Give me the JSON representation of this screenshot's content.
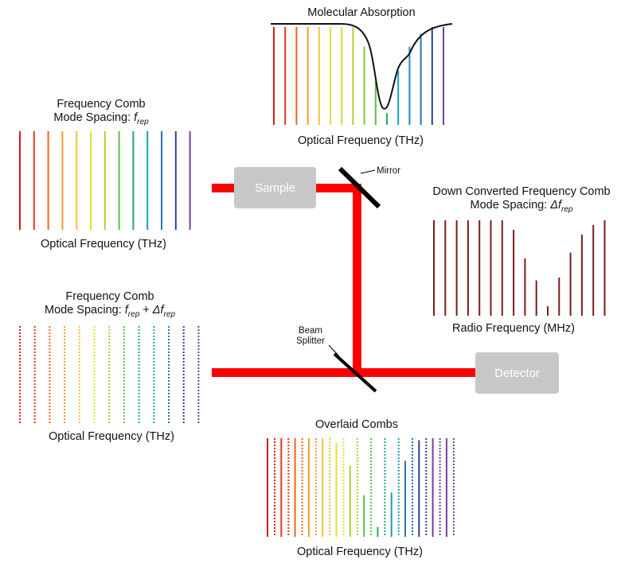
{
  "palette": [
    "#d91a1a",
    "#e23a18",
    "#ee6420",
    "#f29a2e",
    "#f2c23a",
    "#e5e030",
    "#a8d038",
    "#5cbf48",
    "#20a874",
    "#18a0c0",
    "#2a70b8",
    "#2e3f96",
    "#7a3c9c"
  ],
  "combs": {
    "ref": {
      "title_line1": "Frequency Comb",
      "title_line2_prefix": "Mode Spacing: ",
      "f": "f",
      "rep": "rep",
      "axis": "Optical Frequency (THz)"
    },
    "probe": {
      "title_line1": "Frequency Comb",
      "title_line2_prefix": "Mode Spacing: ",
      "f": "f",
      "rep": "rep",
      "plus": " +  ",
      "delta_f": "Δf",
      "axis": "Optical Frequency (THz)"
    },
    "absorption": {
      "title": "Molecular Absorption",
      "axis": "Optical Frequency (THz)",
      "line_levels": [
        1,
        1,
        1,
        1,
        1,
        1,
        1,
        1,
        0.8,
        0.45,
        0.12,
        0.55,
        0.8,
        0.93,
        1,
        1
      ],
      "line_colors": [
        "#d91a1a",
        "#e23a18",
        "#ee6420",
        "#f29a2e",
        "#f2c23a",
        "#e5e030",
        "#d8dc34",
        "#a8d038",
        "#7cc640",
        "#5cbf48",
        "#20a874",
        "#18a0c0",
        "#1e8ac8",
        "#2a70b8",
        "#2e3f96",
        "#7a3c9c"
      ]
    },
    "downconverted": {
      "title_line1": "Down Converted Frequency Comb",
      "title_line2_prefix": "Mode Spacing: ",
      "delta_f": "Δf",
      "rep": "rep",
      "axis": "Radio Frequency (MHz)",
      "line_levels": [
        1,
        1,
        1,
        1,
        1,
        1,
        1,
        0.9,
        0.6,
        0.37,
        0.1,
        0.4,
        0.66,
        0.85,
        0.95,
        1
      ],
      "color": "#7a1c1c"
    },
    "overlaid": {
      "title": "Overlaid Combs",
      "axis": "Optical Frequency (THz)",
      "solid_levels": [
        1,
        1,
        1,
        1,
        1,
        0.95,
        0.72,
        0.42,
        0.1,
        0.45,
        0.77,
        0.98,
        1,
        1
      ],
      "dashed_levels": [
        1,
        1,
        1,
        1,
        1,
        1,
        1,
        1,
        1,
        1,
        1,
        1,
        1,
        1
      ]
    }
  },
  "optics": {
    "sample_label": "Sample",
    "detector_label": "Detector",
    "mirror_label": "Mirror",
    "splitter_label_line1": "Beam",
    "splitter_label_line2": "Splitter",
    "beam_color": "#ff0000",
    "box_color": "#c8c8c8"
  }
}
